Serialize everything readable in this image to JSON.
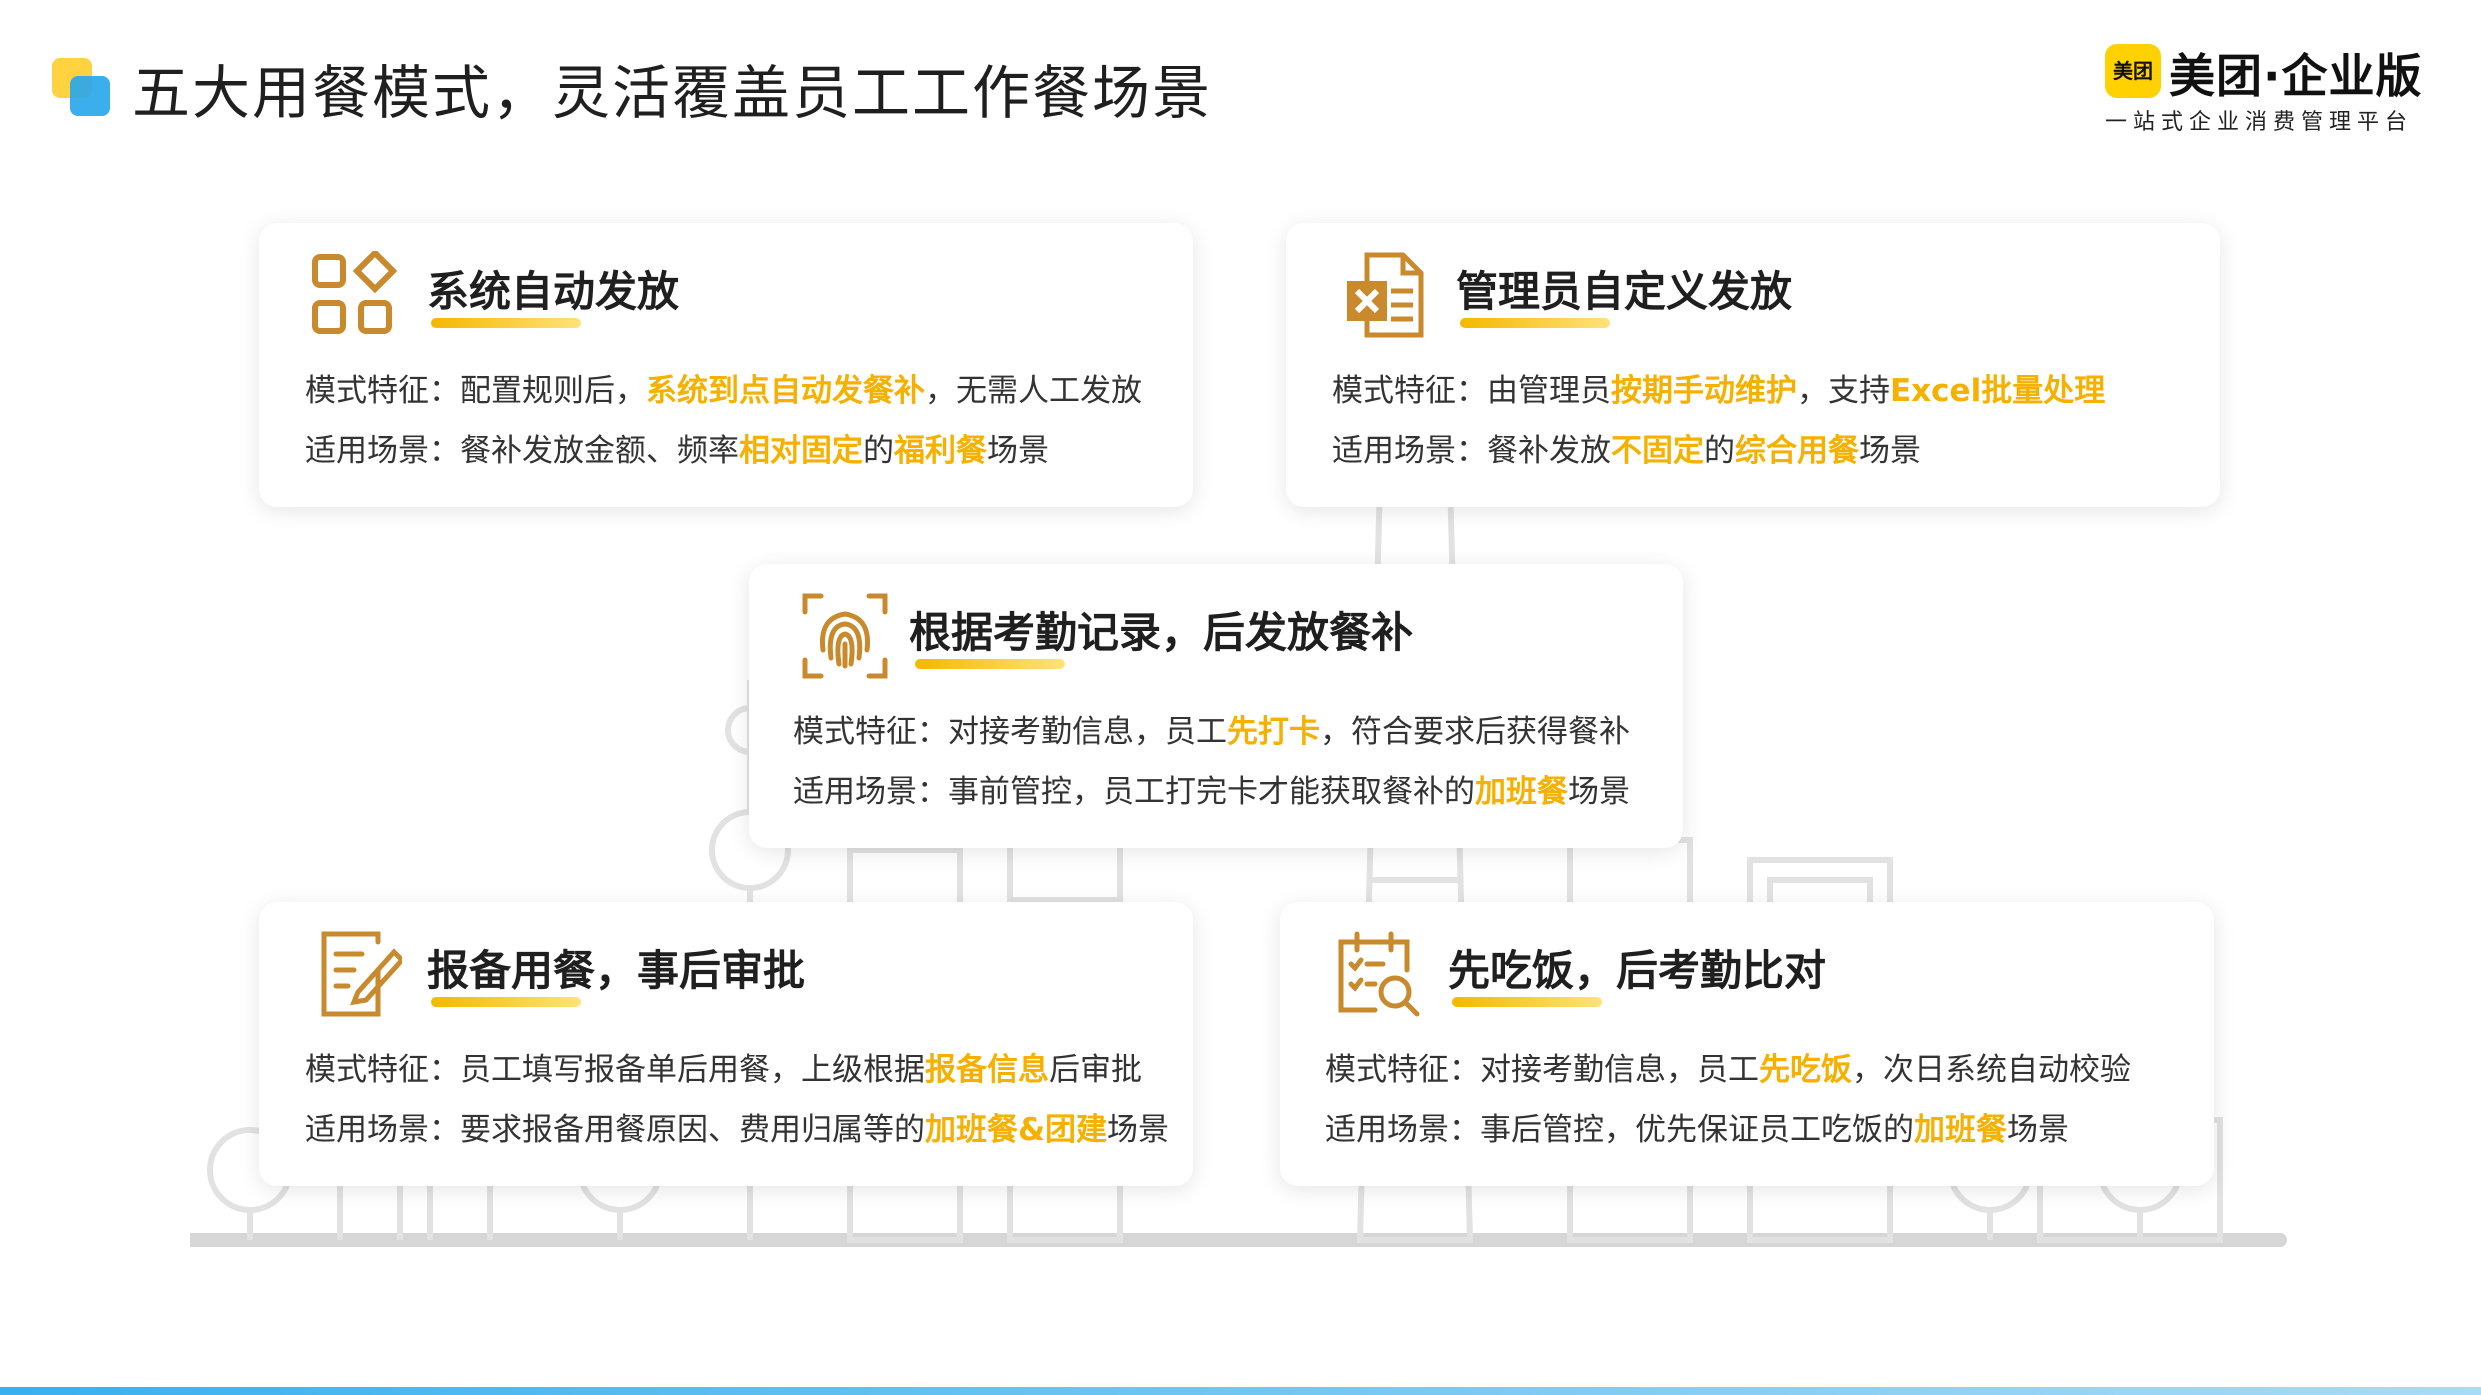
{
  "header": {
    "title": "五大用餐模式，灵活覆盖员工工作餐场景",
    "logo_mark": "美团",
    "logo_text": "美团·企业版",
    "logo_sub": "一站式企业消费管理平台"
  },
  "colors": {
    "highlight": "#f5b000",
    "icon": "#c98a2e",
    "accent_bar": "#3ab0ee"
  },
  "cards": [
    {
      "icon": "apps-grid-icon",
      "title": "系统自动发放",
      "feature": [
        "模式特征：配置规则后，",
        "系统到点自动发餐补",
        "，无需人工发放"
      ],
      "scene": [
        "适用场景：餐补发放金额、频率",
        "相对固定",
        "的",
        "福利餐",
        "场景"
      ]
    },
    {
      "icon": "excel-file-icon",
      "title": "管理员自定义发放",
      "feature": [
        "模式特征：由管理员",
        "按期手动维护",
        "，支持",
        "Excel批量处理",
        ""
      ],
      "scene": [
        "适用场景：餐补发放",
        "不固定",
        "的",
        "综合用餐",
        "场景"
      ]
    },
    {
      "icon": "fingerprint-icon",
      "title": "根据考勤记录，后发放餐补",
      "feature": [
        "模式特征：对接考勤信息，员工",
        "先打卡",
        "，符合要求后获得餐补"
      ],
      "scene": [
        "适用场景：事前管控，员工打完卡才能获取餐补的",
        "加班餐",
        "场景"
      ]
    },
    {
      "icon": "edit-document-icon",
      "title": "报备用餐，事后审批",
      "feature": [
        "模式特征：员工填写报备单后用餐，上级根据",
        "报备信息",
        "后审批"
      ],
      "scene": [
        "适用场景：要求报备用餐原因、费用归属等的",
        "加班餐&团建",
        "场景"
      ]
    },
    {
      "icon": "calendar-search-icon",
      "title": "先吃饭，后考勤比对",
      "feature": [
        "模式特征：对接考勤信息，员工",
        "先吃饭",
        "，次日系统自动校验"
      ],
      "scene": [
        "适用场景：事后管控，优先保证员工吃饭的",
        "加班餐",
        "场景"
      ]
    }
  ]
}
